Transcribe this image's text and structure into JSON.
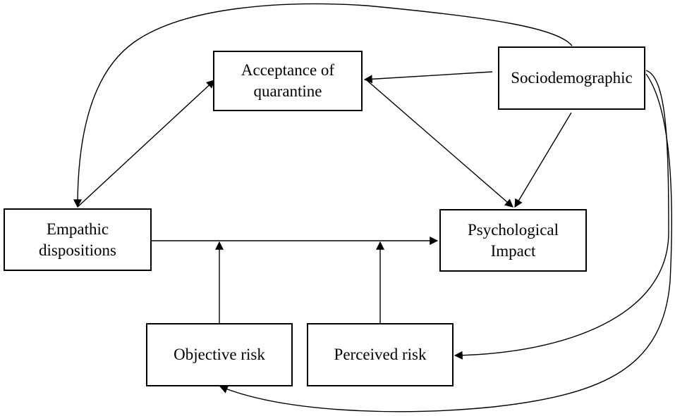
{
  "diagram": {
    "nodes": {
      "acceptance": "Acceptance of\nquarantine",
      "sociodemographic": "Sociodemographic",
      "empathic": "Empathic\ndispositions",
      "psychological": "Psychological\nImpact",
      "objective": "Objective risk",
      "perceived": "Perceived risk"
    },
    "edges": [
      {
        "from": "sociodemographic",
        "to": "acceptance"
      },
      {
        "from": "sociodemographic",
        "to": "psychological"
      },
      {
        "from": "sociodemographic",
        "to": "empathic"
      },
      {
        "from": "sociodemographic",
        "to": "perceived"
      },
      {
        "from": "sociodemographic",
        "to": "objective"
      },
      {
        "from": "empathic",
        "to": "acceptance"
      },
      {
        "from": "acceptance",
        "to": "psychological"
      },
      {
        "from": "empathic",
        "to": "psychological"
      },
      {
        "from": "objective",
        "to": "empathic-psychological path (moderation)"
      },
      {
        "from": "perceived",
        "to": "empathic-psychological path (moderation)"
      }
    ]
  }
}
